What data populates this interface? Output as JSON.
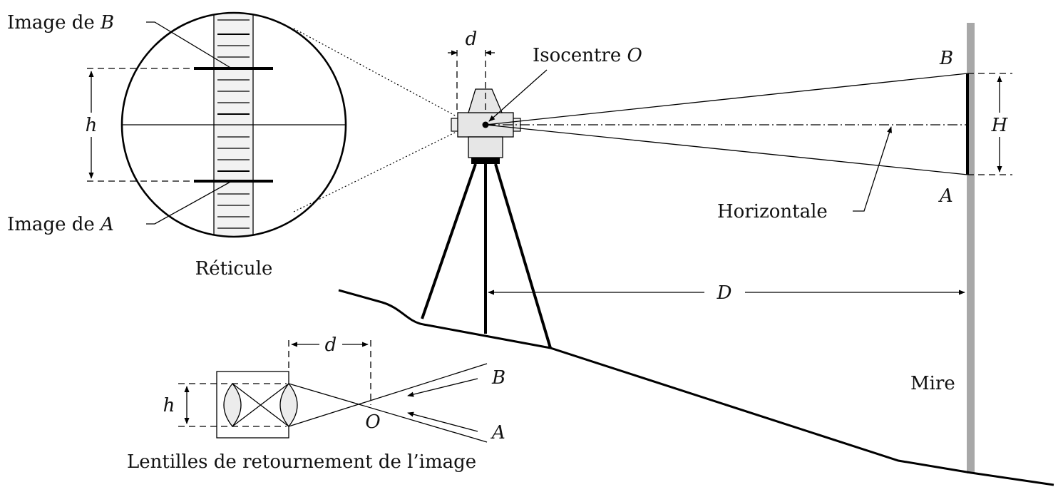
{
  "labels": {
    "image_b_prefix": "Image de ",
    "image_b_var": "B",
    "image_a_prefix": "Image de ",
    "image_a_var": "A",
    "reticle": "Réticule",
    "h_reticle": "h",
    "d_top": "d",
    "isocentre_prefix": "Isocentre ",
    "isocentre_var": "O",
    "point_b": "B",
    "point_a": "A",
    "H": "H",
    "horizontale": "Horizontale",
    "D": "D",
    "mire": "Mire",
    "d_lens": "d",
    "h_lens": "h",
    "o_lens": "O",
    "b_lens": "B",
    "a_lens": "A",
    "lenses_caption": "Lentilles de retournement de l’image"
  }
}
